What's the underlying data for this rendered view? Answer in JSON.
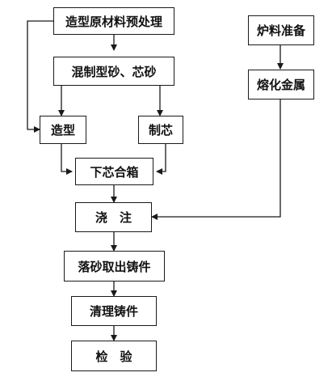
{
  "flowchart": {
    "nodes": {
      "pretreat": "造型原材料预处理",
      "mix_sand": "混制型砂、芯砂",
      "molding": "造型",
      "core_making": "制芯",
      "core_setting": "下芯合箱",
      "pouring": "浇　注",
      "shakeout": "落砂取出铸件",
      "cleaning": "清理铸件",
      "inspection": "检　验",
      "charge_prep": "炉料准备",
      "melting": "熔化金属"
    },
    "line_color": "#1a1a1a"
  }
}
